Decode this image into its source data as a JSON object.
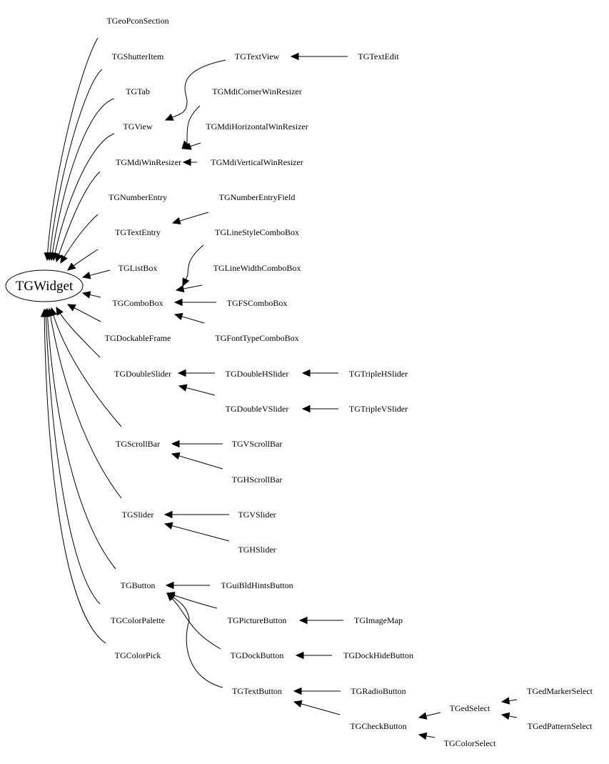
{
  "diagram": {
    "type": "class-inheritance-graph",
    "root": "TGWidget",
    "nodes": [
      {
        "id": "TGWidget",
        "label": "TGWidget",
        "shape": "ellipse"
      },
      {
        "id": "TGeoPconSection",
        "label": "TGeoPconSection"
      },
      {
        "id": "TGShutterItem",
        "label": "TGShutterItem"
      },
      {
        "id": "TGTab",
        "label": "TGTab"
      },
      {
        "id": "TGView",
        "label": "TGView"
      },
      {
        "id": "TGMdiWinResizer",
        "label": "TGMdiWinResizer"
      },
      {
        "id": "TGNumberEntry",
        "label": "TGNumberEntry"
      },
      {
        "id": "TGTextEntry",
        "label": "TGTextEntry"
      },
      {
        "id": "TGListBox",
        "label": "TGListBox"
      },
      {
        "id": "TGComboBox",
        "label": "TGComboBox"
      },
      {
        "id": "TGDockableFrame",
        "label": "TGDockableFrame"
      },
      {
        "id": "TGDoubleSlider",
        "label": "TGDoubleSlider"
      },
      {
        "id": "TGScrollBar",
        "label": "TGScrollBar"
      },
      {
        "id": "TGSlider",
        "label": "TGSlider"
      },
      {
        "id": "TGButton",
        "label": "TGButton"
      },
      {
        "id": "TGColorPalette",
        "label": "TGColorPalette"
      },
      {
        "id": "TGColorPick",
        "label": "TGColorPick"
      },
      {
        "id": "TGTextView",
        "label": "TGTextView"
      },
      {
        "id": "TGTextEdit",
        "label": "TGTextEdit"
      },
      {
        "id": "TGMdiCornerWinResizer",
        "label": "TGMdiCornerWinResizer"
      },
      {
        "id": "TGMdiHorizontalWinResizer",
        "label": "TGMdiHorizontalWinResizer"
      },
      {
        "id": "TGMdiVerticalWinResizer",
        "label": "TGMdiVerticalWinResizer"
      },
      {
        "id": "TGNumberEntryField",
        "label": "TGNumberEntryField"
      },
      {
        "id": "TGLineStyleComboBox",
        "label": "TGLineStyleComboBox"
      },
      {
        "id": "TGLineWidthComboBox",
        "label": "TGLineWidthComboBox"
      },
      {
        "id": "TGFSComboBox",
        "label": "TGFSComboBox"
      },
      {
        "id": "TGFontTypeComboBox",
        "label": "TGFontTypeComboBox"
      },
      {
        "id": "TGDoubleHSlider",
        "label": "TGDoubleHSlider"
      },
      {
        "id": "TGTripleHSlider",
        "label": "TGTripleHSlider"
      },
      {
        "id": "TGDoubleVSlider",
        "label": "TGDoubleVSlider"
      },
      {
        "id": "TGTripleVSlider",
        "label": "TGTripleVSlider"
      },
      {
        "id": "TGVScrollBar",
        "label": "TGVScrollBar"
      },
      {
        "id": "TGHScrollBar",
        "label": "TGHScrollBar"
      },
      {
        "id": "TGVSlider",
        "label": "TGVSlider"
      },
      {
        "id": "TGHSlider",
        "label": "TGHSlider"
      },
      {
        "id": "TGuiBldHintsButton",
        "label": "TGuiBldHintsButton"
      },
      {
        "id": "TGPictureButton",
        "label": "TGPictureButton"
      },
      {
        "id": "TGImageMap",
        "label": "TGImageMap"
      },
      {
        "id": "TGDockButton",
        "label": "TGDockButton"
      },
      {
        "id": "TGDockHideButton",
        "label": "TGDockHideButton"
      },
      {
        "id": "TGTextButton",
        "label": "TGTextButton"
      },
      {
        "id": "TGRadioButton",
        "label": "TGRadioButton"
      },
      {
        "id": "TGCheckButton",
        "label": "TGCheckButton"
      },
      {
        "id": "TGedSelect",
        "label": "TGedSelect"
      },
      {
        "id": "TGColorSelect",
        "label": "TGColorSelect"
      },
      {
        "id": "TGedMarkerSelect",
        "label": "TGedMarkerSelect"
      },
      {
        "id": "TGedPatternSelect",
        "label": "TGedPatternSelect"
      }
    ],
    "edges": [
      {
        "from": "TGeoPconSection",
        "to": "TGWidget"
      },
      {
        "from": "TGShutterItem",
        "to": "TGWidget"
      },
      {
        "from": "TGTab",
        "to": "TGWidget"
      },
      {
        "from": "TGView",
        "to": "TGWidget"
      },
      {
        "from": "TGMdiWinResizer",
        "to": "TGWidget"
      },
      {
        "from": "TGNumberEntry",
        "to": "TGWidget"
      },
      {
        "from": "TGTextEntry",
        "to": "TGWidget"
      },
      {
        "from": "TGListBox",
        "to": "TGWidget"
      },
      {
        "from": "TGComboBox",
        "to": "TGWidget"
      },
      {
        "from": "TGDockableFrame",
        "to": "TGWidget"
      },
      {
        "from": "TGDoubleSlider",
        "to": "TGWidget"
      },
      {
        "from": "TGScrollBar",
        "to": "TGWidget"
      },
      {
        "from": "TGSlider",
        "to": "TGWidget"
      },
      {
        "from": "TGButton",
        "to": "TGWidget"
      },
      {
        "from": "TGColorPalette",
        "to": "TGWidget"
      },
      {
        "from": "TGColorPick",
        "to": "TGWidget"
      },
      {
        "from": "TGTextView",
        "to": "TGView"
      },
      {
        "from": "TGTextEdit",
        "to": "TGTextView"
      },
      {
        "from": "TGMdiCornerWinResizer",
        "to": "TGMdiWinResizer"
      },
      {
        "from": "TGMdiHorizontalWinResizer",
        "to": "TGMdiWinResizer"
      },
      {
        "from": "TGMdiVerticalWinResizer",
        "to": "TGMdiWinResizer"
      },
      {
        "from": "TGNumberEntryField",
        "to": "TGTextEntry"
      },
      {
        "from": "TGLineStyleComboBox",
        "to": "TGComboBox"
      },
      {
        "from": "TGLineWidthComboBox",
        "to": "TGComboBox"
      },
      {
        "from": "TGFSComboBox",
        "to": "TGComboBox"
      },
      {
        "from": "TGFontTypeComboBox",
        "to": "TGComboBox"
      },
      {
        "from": "TGDoubleHSlider",
        "to": "TGDoubleSlider"
      },
      {
        "from": "TGDoubleVSlider",
        "to": "TGDoubleSlider"
      },
      {
        "from": "TGTripleHSlider",
        "to": "TGDoubleHSlider"
      },
      {
        "from": "TGTripleVSlider",
        "to": "TGDoubleVSlider"
      },
      {
        "from": "TGVScrollBar",
        "to": "TGScrollBar"
      },
      {
        "from": "TGHScrollBar",
        "to": "TGScrollBar"
      },
      {
        "from": "TGVSlider",
        "to": "TGSlider"
      },
      {
        "from": "TGHSlider",
        "to": "TGSlider"
      },
      {
        "from": "TGuiBldHintsButton",
        "to": "TGButton"
      },
      {
        "from": "TGPictureButton",
        "to": "TGButton"
      },
      {
        "from": "TGDockButton",
        "to": "TGButton"
      },
      {
        "from": "TGTextButton",
        "to": "TGButton"
      },
      {
        "from": "TGImageMap",
        "to": "TGPictureButton"
      },
      {
        "from": "TGDockHideButton",
        "to": "TGDockButton"
      },
      {
        "from": "TGRadioButton",
        "to": "TGTextButton"
      },
      {
        "from": "TGCheckButton",
        "to": "TGTextButton"
      },
      {
        "from": "TGedSelect",
        "to": "TGCheckButton"
      },
      {
        "from": "TGColorSelect",
        "to": "TGCheckButton"
      },
      {
        "from": "TGedMarkerSelect",
        "to": "TGedSelect"
      },
      {
        "from": "TGedPatternSelect",
        "to": "TGedSelect"
      }
    ]
  }
}
